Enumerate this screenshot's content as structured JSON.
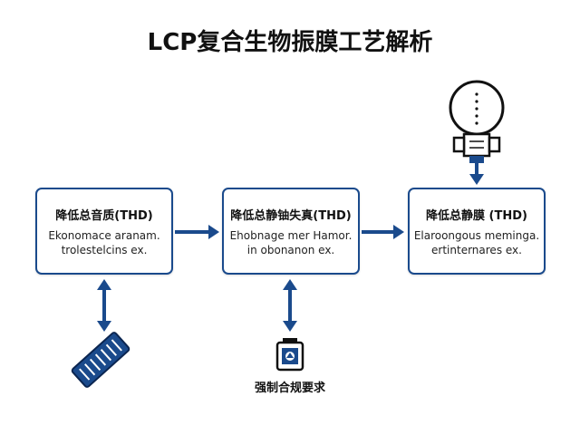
{
  "title": "LCP复合生物振膜工艺解析",
  "boxes": [
    {
      "heading": "降低总音质(THD)",
      "line1": "Ekonomace aranam.",
      "line2": "trolestelcins ex."
    },
    {
      "heading": "降低总静铀失真(THD)",
      "line1": "Ehobnage mer Hamor.",
      "line2": "in obonanon ex."
    },
    {
      "heading": "降低总静膜 (THD)",
      "line1": "Elaroongous meminga.",
      "line2": "ertinternares ex."
    }
  ],
  "compliance_caption": "强制合规要求",
  "colors": {
    "accent": "#1a4a8c",
    "box_border": "#1a4a8c",
    "text": "#111111"
  },
  "icons": [
    "microphone-icon",
    "diaphragm-strip-icon",
    "lab-flask-icon"
  ]
}
